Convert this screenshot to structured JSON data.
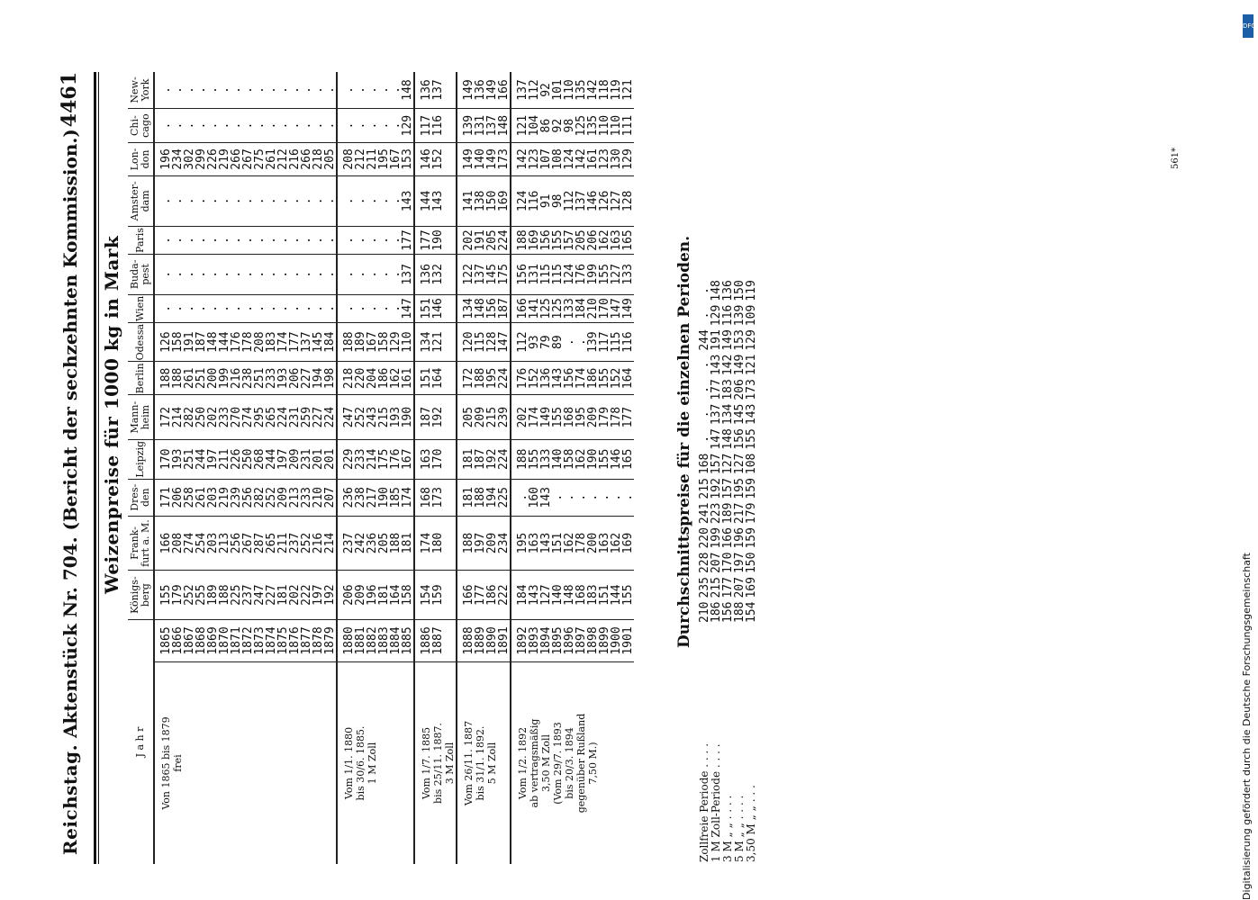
{
  "header": {
    "left": "Reichstag.",
    "center": "Aktenstück Nr. 704. (Bericht der sechzehnten Kommission.)",
    "page_number": "4461"
  },
  "table": {
    "title": "Weizenpreise für 1000 kg in Mark",
    "year_header": "J a h r",
    "columns": [
      "Königs-berg",
      "Frank-furt a. M.",
      "Dres-den",
      "Leipzig",
      "Mann-heim",
      "Berlin",
      "Odessa",
      "Wien",
      "Buda-pest",
      "Paris",
      "Amster-dam",
      "Lon-don",
      "Chi-cago",
      "New-York"
    ],
    "groups": [
      {
        "label": [
          "Von 1865 bis 1879",
          "frei"
        ],
        "years": [
          "1865",
          "1866",
          "1867",
          "1868",
          "1869",
          "1870",
          "1871",
          "1872",
          "1873",
          "1874",
          "1875",
          "1876",
          "1877",
          "1878",
          "1879"
        ],
        "rows": [
          [
            "155",
            "166",
            "171",
            "170",
            "172",
            "188",
            "126",
            ".",
            ".",
            ".",
            ".",
            "196",
            ".",
            "."
          ],
          [
            "179",
            "208",
            "206",
            "193",
            "214",
            "188",
            "158",
            ".",
            ".",
            ".",
            ".",
            "234",
            ".",
            "."
          ],
          [
            "252",
            "274",
            "258",
            "251",
            "282",
            "261",
            "191",
            ".",
            ".",
            ".",
            ".",
            "302",
            ".",
            "."
          ],
          [
            "255",
            "254",
            "261",
            "244",
            "250",
            "251",
            "187",
            ".",
            ".",
            ".",
            ".",
            "299",
            ".",
            "."
          ],
          [
            "189",
            "203",
            "203",
            "197",
            "202",
            "200",
            "148",
            ".",
            ".",
            ".",
            ".",
            "226",
            ".",
            "."
          ],
          [
            "188",
            "213",
            "219",
            "211",
            "233",
            "199",
            "144",
            ".",
            ".",
            ".",
            ".",
            "219",
            ".",
            "."
          ],
          [
            "225",
            "256",
            "239",
            "226",
            "270",
            "216",
            "176",
            ".",
            ".",
            ".",
            ".",
            "266",
            ".",
            "."
          ],
          [
            "237",
            "267",
            "256",
            "250",
            "274",
            "238",
            "178",
            ".",
            ".",
            ".",
            ".",
            "267",
            ".",
            "."
          ],
          [
            "247",
            "287",
            "282",
            "268",
            "295",
            "251",
            "208",
            ".",
            ".",
            ".",
            ".",
            "275",
            ".",
            "."
          ],
          [
            "227",
            "265",
            "252",
            "244",
            "265",
            "233",
            "183",
            ".",
            ".",
            ".",
            ".",
            "261",
            ".",
            "."
          ],
          [
            "181",
            "211",
            "209",
            "197",
            "224",
            "193",
            "174",
            ".",
            ".",
            ".",
            ".",
            "212",
            ".",
            "."
          ],
          [
            "202",
            "237",
            "213",
            "209",
            "231",
            "206",
            "177",
            ".",
            ".",
            ".",
            ".",
            "216",
            ".",
            "."
          ],
          [
            "222",
            "252",
            "233",
            "231",
            "259",
            "227",
            "137",
            ".",
            ".",
            ".",
            ".",
            "266",
            ".",
            "."
          ],
          [
            "197",
            "216",
            "210",
            "201",
            "227",
            "194",
            "145",
            ".",
            ".",
            ".",
            ".",
            "218",
            ".",
            "."
          ],
          [
            "192",
            "214",
            "207",
            "201",
            "224",
            "198",
            "184",
            ".",
            ".",
            ".",
            ".",
            "205",
            ".",
            "."
          ]
        ]
      },
      {
        "label": [
          "Vom 1/1. 1880",
          "bis 30/6. 1885.",
          "1 M Zoll"
        ],
        "years": [
          "1880",
          "1881",
          "1882",
          "1883",
          "1884",
          "1885"
        ],
        "rows": [
          [
            "206",
            "237",
            "236",
            "229",
            "247",
            "218",
            "188",
            ".",
            ".",
            ".",
            ".",
            "208",
            ".",
            "."
          ],
          [
            "209",
            "242",
            "238",
            "233",
            "252",
            "220",
            "189",
            ".",
            ".",
            ".",
            ".",
            "212",
            ".",
            "."
          ],
          [
            "196",
            "236",
            "217",
            "214",
            "243",
            "204",
            "167",
            ".",
            ".",
            ".",
            ".",
            "211",
            ".",
            "."
          ],
          [
            "181",
            "205",
            "190",
            "175",
            "215",
            "186",
            "158",
            ".",
            ".",
            ".",
            ".",
            "195",
            ".",
            "."
          ],
          [
            "164",
            "188",
            "185",
            "176",
            "193",
            "162",
            "129",
            ".",
            ".",
            ".",
            ".",
            "167",
            ".",
            "."
          ],
          [
            "158",
            "181",
            "174",
            "167",
            "190",
            "161",
            "110",
            "147",
            "137",
            "177",
            "143",
            "153",
            "129",
            "148"
          ]
        ]
      },
      {
        "label": [
          "Vom 1/7. 1885",
          "bis 25/11. 1887.",
          "3 M Zoll"
        ],
        "years": [
          "1886",
          "1887"
        ],
        "rows": [
          [
            "154",
            "174",
            "168",
            "163",
            "187",
            "151",
            "134",
            "151",
            "136",
            "177",
            "144",
            "146",
            "117",
            "136"
          ],
          [
            "159",
            "180",
            "173",
            "170",
            "192",
            "164",
            "121",
            "146",
            "132",
            "190",
            "143",
            "152",
            "116",
            "137"
          ]
        ]
      },
      {
        "label": [
          "Vom 26/11. 1887",
          "bis 31/1. 1892.",
          "5 M Zoll"
        ],
        "years": [
          "1888",
          "1889",
          "1890",
          "1891"
        ],
        "rows": [
          [
            "166",
            "188",
            "181",
            "181",
            "205",
            "172",
            "120",
            "134",
            "122",
            "202",
            "141",
            "149",
            "139",
            "149"
          ],
          [
            "177",
            "197",
            "188",
            "187",
            "209",
            "188",
            "115",
            "148",
            "137",
            "191",
            "138",
            "140",
            "131",
            "136"
          ],
          [
            "186",
            "209",
            "194",
            "192",
            "215",
            "195",
            "128",
            "156",
            "145",
            "205",
            "150",
            "149",
            "137",
            "149"
          ],
          [
            "222",
            "234",
            "225",
            "224",
            "239",
            "224",
            "147",
            "187",
            "175",
            "224",
            "169",
            "173",
            "148",
            "166"
          ]
        ]
      },
      {
        "label": [
          "Vom 1/2. 1892",
          "ab vertragsmäßig",
          "3,50 M Zoll",
          "(Vom 29/7. 1893",
          "bis 20/3. 1894",
          "gegenüber Rußland",
          "7,50 M.)"
        ],
        "years": [
          "1892",
          "1893",
          "1894",
          "1895",
          "1896",
          "1897",
          "1898",
          "1899",
          "1900",
          "1901"
        ],
        "rows": [
          [
            "184",
            "195",
            ".",
            "188",
            "202",
            "176",
            "112",
            "166",
            "156",
            "188",
            "124",
            "142",
            "121",
            "137"
          ],
          [
            "143",
            "163",
            "160",
            "155",
            "174",
            "152",
            "93",
            "141",
            "131",
            "169",
            "116",
            "123",
            "104",
            "112"
          ],
          [
            "127",
            "143",
            "143",
            "133",
            "149",
            "136",
            "79",
            "125",
            "115",
            "156",
            "91",
            "107",
            "86",
            "92"
          ],
          [
            "140",
            "151",
            ".",
            "140",
            "155",
            "143",
            "89",
            "125",
            "115",
            "155",
            "98",
            "108",
            "92",
            "101"
          ],
          [
            "148",
            "162",
            ".",
            "158",
            "168",
            "156",
            ".",
            "133",
            "124",
            "157",
            "112",
            "124",
            "98",
            "110"
          ],
          [
            "168",
            "178",
            ".",
            "162",
            "195",
            "174",
            ".",
            "184",
            "176",
            "205",
            "137",
            "142",
            "125",
            "135"
          ],
          [
            "183",
            "200",
            ".",
            "190",
            "209",
            "186",
            "139",
            "210",
            "199",
            "206",
            "146",
            "161",
            "135",
            "142"
          ],
          [
            "151",
            "163",
            ".",
            "155",
            "179",
            "155",
            "117",
            "170",
            "155",
            "162",
            "126",
            "123",
            "110",
            "118"
          ],
          [
            "144",
            "162",
            ".",
            "146",
            "178",
            "152",
            "115",
            "147",
            "127",
            "163",
            "127",
            "130",
            "110",
            "119"
          ],
          [
            "155",
            "169",
            ".",
            "165",
            "177",
            "164",
            "116",
            "149",
            "133",
            "165",
            "128",
            "129",
            "111",
            "121"
          ]
        ]
      }
    ]
  },
  "periods": {
    "title": "Durchschnittspreise für die einzelnen Perioden.",
    "rows": [
      {
        "label": "Zollfreie Periode . . . .",
        "values": [
          "210",
          "235",
          "228",
          "220",
          "241",
          "215",
          "168",
          ".",
          ".",
          ".",
          ".",
          "244",
          ".",
          "."
        ]
      },
      {
        "label": "1 M Zoll-Periode . . . .",
        "values": [
          "186",
          "215",
          "207",
          "199",
          "223",
          "192",
          "157",
          "147",
          "137",
          "177",
          "143",
          "191",
          "129",
          "148"
        ]
      },
      {
        "label": "3 M   „      „    . . . .",
        "values": [
          "156",
          "177",
          "170",
          "166",
          "189",
          "157",
          "127",
          "148",
          "134",
          "183",
          "142",
          "149",
          "116",
          "136"
        ]
      },
      {
        "label": "5 M   „      „    . . . .",
        "values": [
          "188",
          "207",
          "197",
          "196",
          "217",
          "195",
          "127",
          "156",
          "145",
          "206",
          "149",
          "153",
          "139",
          "150"
        ]
      },
      {
        "label": "3,50 M   „      „    . . .",
        "values": [
          "154",
          "169",
          "150",
          "159",
          "179",
          "159",
          "108",
          "155",
          "143",
          "173",
          "121",
          "129",
          "109",
          "119"
        ]
      }
    ]
  },
  "side_note": "Digitalisierung gefördert durch die Deutsche Forschungsgemeinschaft",
  "dfg_logo": "DFG",
  "stamp": "561*"
}
